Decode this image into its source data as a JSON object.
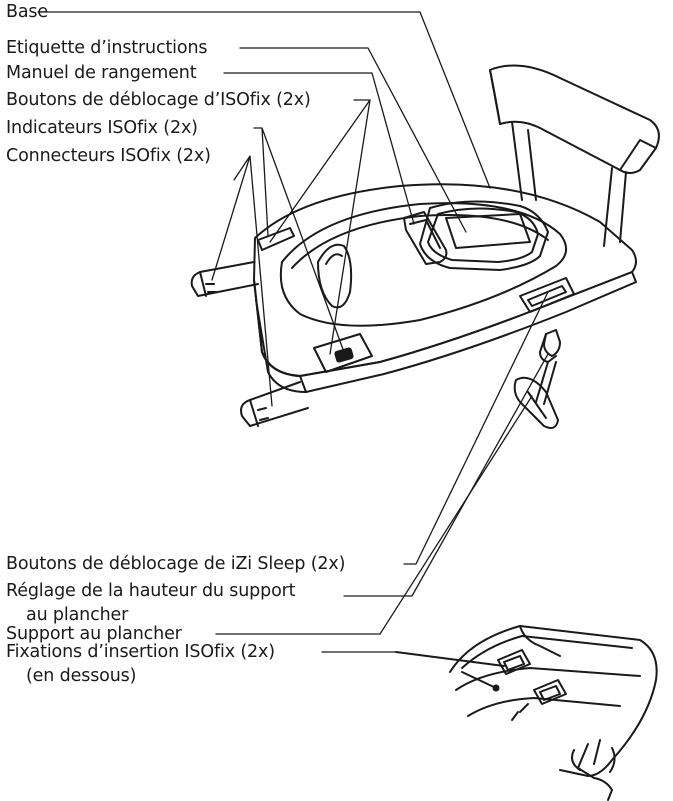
{
  "labels": {
    "base": "Base",
    "instruction_label": "Etiquette d’instructions",
    "storage_manual": "Manuel de rangement",
    "isofix_release_buttons": "Boutons de déblocage d’ISOfix (2x)",
    "isofix_indicators": "Indicateurs ISOfix (2x)",
    "isofix_connectors": "Connecteurs ISOfix (2x)",
    "izi_sleep_release_buttons": "Boutons de déblocage de iZi Sleep (2x)",
    "floor_support_height_line1": "Réglage de la hauteur du support",
    "floor_support_height_line2": "au plancher",
    "floor_support": "Support au plancher",
    "isofix_insertion_line1": "Fixations d’insertion ISOfix (2x)",
    "isofix_insertion_line2": "(en dessous)"
  },
  "colors": {
    "ink": "#1a1a1a",
    "paper": "#ffffff"
  }
}
